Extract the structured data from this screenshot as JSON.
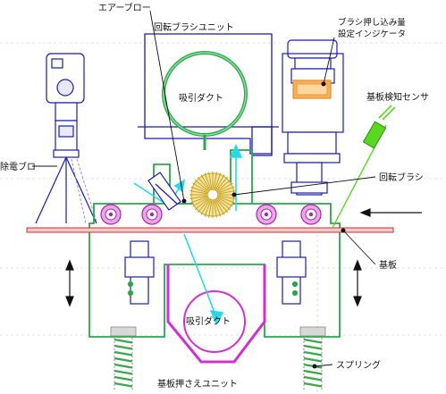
{
  "labels": {
    "air_blower": "エアーブロー",
    "rotary_brush_unit": "回転ブラシユニット",
    "brush_press_indicator_line1": "ブラシ押し込み量",
    "brush_press_indicator_line2": "設定インジケータ",
    "substrate_sensor": "基板検知センサ",
    "suction_duct_top": "吸引ダクト",
    "static_blower": "除電ブロー",
    "rotary_brush": "回転ブラシ",
    "substrate": "基板",
    "suction_duct_bottom": "吸引ダクト",
    "spring": "スプリング",
    "substrate_press_unit": "基板押さえユニット"
  },
  "colors": {
    "outline": "#1a1ab8",
    "green_frame": "#2aa84a",
    "cyan_airflow": "#28d8e8",
    "magenta": "#d030d0",
    "orange": "#f08a1a",
    "sensor_green": "#5ad820",
    "substrate": "#c83030",
    "brush": "#c8a020"
  },
  "icons": {
    "sensor": "photo-sensor-icon",
    "knob": "adjustment-knob-icon",
    "blower": "ionizer-blower-icon",
    "spring": "coil-spring-icon"
  }
}
